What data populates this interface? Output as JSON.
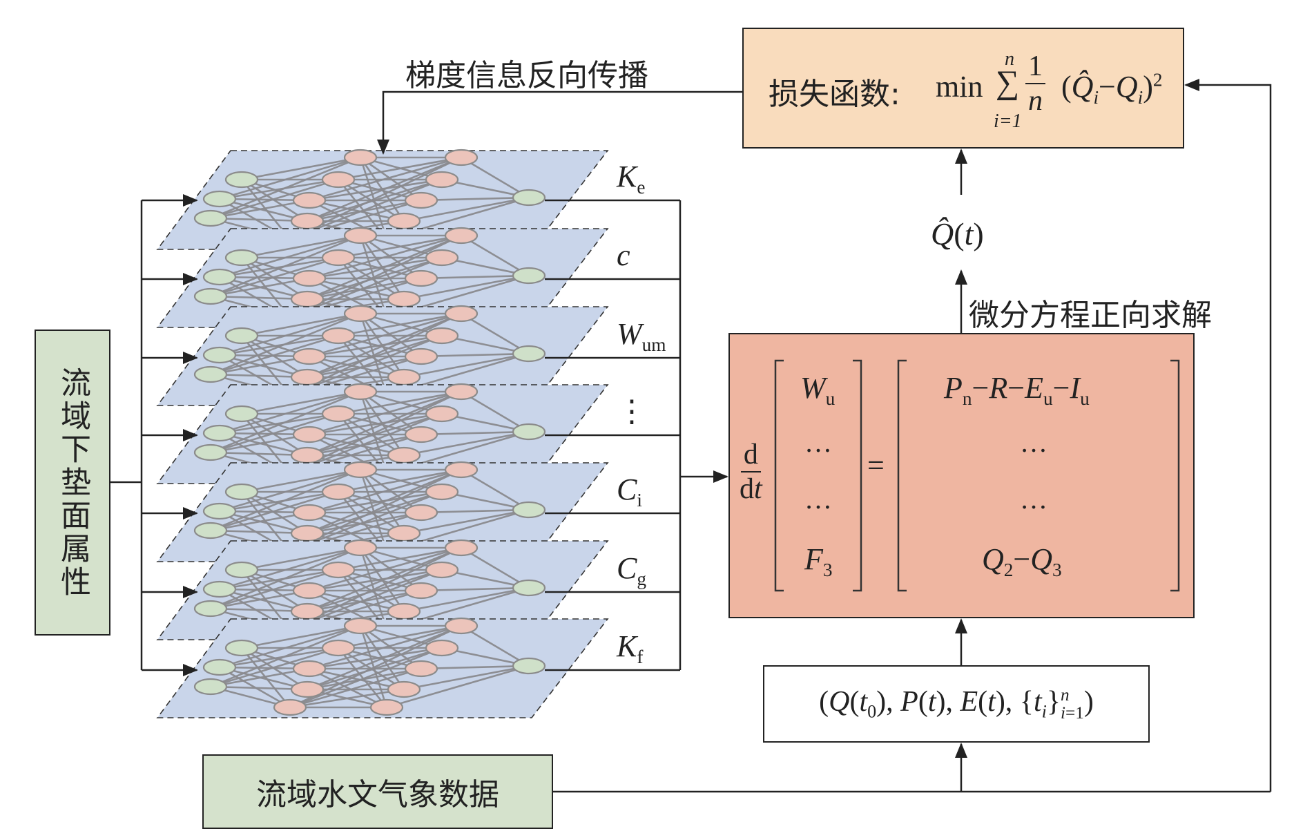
{
  "colors": {
    "layer_fill": "#c9d5ea",
    "node_green": "#cfe0c9",
    "node_pink": "#ecc4bb",
    "edge": "#8a8a8e",
    "green_box": "#d5e2cc",
    "loss_box": "#f9dcbd",
    "ode_box": "#efb6a1",
    "line": "#222222"
  },
  "labels": {
    "backprop": "梯度信息反向传播",
    "forward_solve": "微分方程正向求解",
    "underlying_surface": "流域下垫面属性",
    "hydro_meteo": "流域水文气象数据",
    "loss_prefix": "损失函数:"
  },
  "loss": {
    "min": "min",
    "sum_top": "n",
    "sum_sign": "∑",
    "sum_bottom": "i=1",
    "frac_num": "1",
    "frac_den": "n",
    "q_hat": "Q̂",
    "sub_i": "i",
    "minus": "−",
    "q": "Q",
    "sq": "2"
  },
  "q_hat_t": {
    "q": "Q̂",
    "t": "(t)"
  },
  "params": [
    {
      "base": "K",
      "sub": "e"
    },
    {
      "base": "c",
      "sub": ""
    },
    {
      "base": "W",
      "sub": "um"
    },
    {
      "base": "⋮",
      "sub": ""
    },
    {
      "base": "C",
      "sub": "i"
    },
    {
      "base": "C",
      "sub": "g"
    },
    {
      "base": "K",
      "sub": "f"
    }
  ],
  "ode": {
    "d_num": "d",
    "d_den": "dt",
    "lhs": [
      "Wu",
      "…",
      "…",
      "F3"
    ],
    "equals": "=",
    "rhs": [
      "Pn−R−Eu−Iu",
      "…",
      "…",
      "Q2−Q3"
    ]
  },
  "inputs": "(Q(t0), P(t), E(t), {ti}n i=1)"
}
